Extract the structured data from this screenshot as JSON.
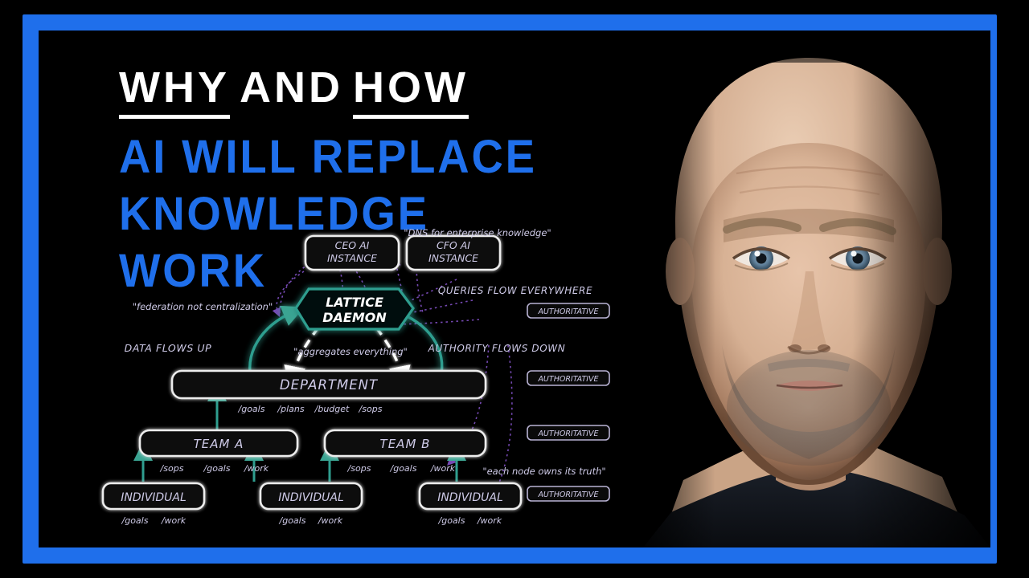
{
  "theme": {
    "frame_blue": "#1F6FEB",
    "background": "#000000",
    "headline_blue": "#1F6FEB",
    "label_lavender": "#cfcbe8",
    "accent_teal": "#2f9e8f",
    "accent_purple": "#7c4dbd",
    "node_fill": "#0d0d0d",
    "node_stroke": "#e8e8e8"
  },
  "headline": {
    "kicker_part1": "WHY",
    "kicker_mid": "AND",
    "kicker_part2": "HOW",
    "line1": "AI WILL REPLACE",
    "line2": "KNOWLEDGE",
    "line3": "WORK"
  },
  "diagram": {
    "annotations": {
      "dns": "\"DNS for enterprise knowledge\"",
      "federation": "\"federation not centralization\"",
      "aggregates": "\"aggregates everything\"",
      "each_node": "\"each node owns its truth\"",
      "queries_flow": "QUERIES FLOW EVERYWHERE",
      "data_flows_up": "DATA FLOWS UP",
      "authority_flows_down": "AUTHORITY FLOWS DOWN"
    },
    "nodes": {
      "ceo": "CEO AI\nINSTANCE",
      "ceo_l1": "CEO AI",
      "ceo_l2": "INSTANCE",
      "cfo_l1": "CFO AI",
      "cfo_l2": "INSTANCE",
      "lattice_l1": "LATTICE",
      "lattice_l2": "DAEMON",
      "department": "DEPARTMENT",
      "team_a": "TEAM A",
      "team_b": "TEAM B",
      "individual_1": "INDIVIDUAL",
      "individual_2": "INDIVIDUAL",
      "individual_3": "INDIVIDUAL"
    },
    "paths": {
      "department": [
        "/goals",
        "/plans",
        "/budget",
        "/sops"
      ],
      "team_a": [
        "/sops",
        "/goals",
        "/work"
      ],
      "team_b": [
        "/sops",
        "/goals",
        "/work"
      ],
      "individual_1": [
        "/goals",
        "/work"
      ],
      "individual_2": [
        "/goals",
        "/work"
      ],
      "individual_3": [
        "/goals",
        "/work"
      ]
    },
    "badges": {
      "label": "AUTHORITATIVE",
      "count": 4
    }
  }
}
